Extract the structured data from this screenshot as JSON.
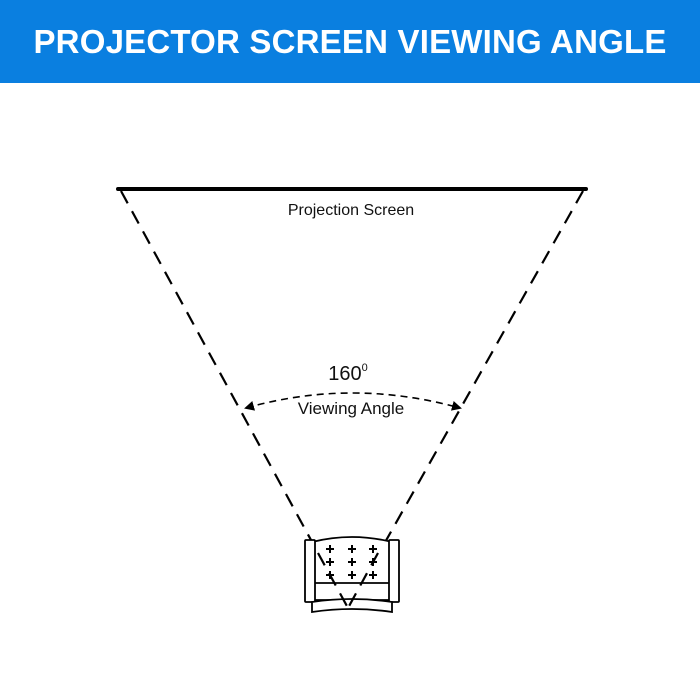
{
  "header": {
    "title": "PROJECTOR SCREEN VIEWING ANGLE",
    "background_color": "#0a7fe0",
    "text_color": "#ffffff"
  },
  "diagram": {
    "screen_label": "Projection Screen",
    "angle_value": "160",
    "angle_unit_superscript": "0",
    "angle_label": "Viewing Angle",
    "line_color": "#000000",
    "icons": {
      "screen": "projection-screen-line",
      "viewer": "armchair-seat-icon",
      "arc": "double-arrow-arc"
    }
  }
}
